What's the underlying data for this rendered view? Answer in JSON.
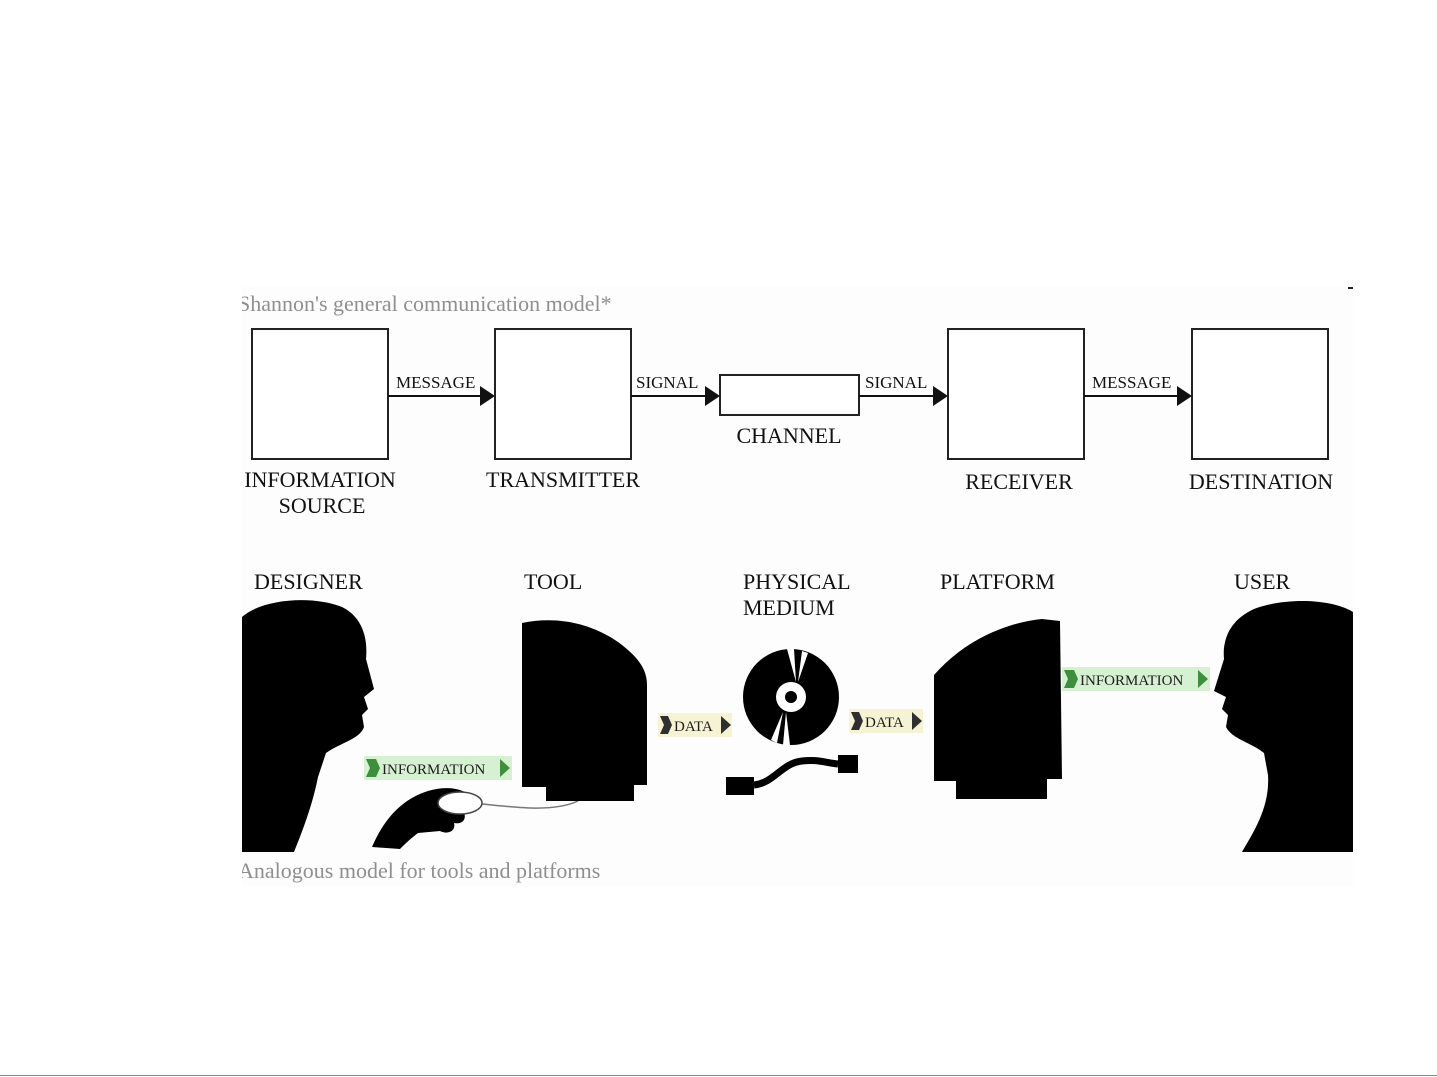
{
  "shannon": {
    "caption": "Shannon's general communication model*",
    "nodes": {
      "information_source": [
        "INFORMATION",
        "SOURCE"
      ],
      "transmitter": "TRANSMITTER",
      "channel": "CHANNEL",
      "receiver": "RECEIVER",
      "destination": "DESTINATION"
    },
    "arrows": {
      "message_1": "MESSAGE",
      "signal_1": "SIGNAL",
      "signal_2": "SIGNAL",
      "message_2": "MESSAGE"
    }
  },
  "analogous": {
    "caption": "Analogous model for tools and platforms",
    "roles": {
      "designer": "DESIGNER",
      "tool": "TOOL",
      "physical_medium": [
        "PHYSICAL",
        "MEDIUM"
      ],
      "platform": "PLATFORM",
      "user": "USER"
    },
    "flows": {
      "information_1": "INFORMATION",
      "data_1": "DATA",
      "data_2": "DATA",
      "information_2": "INFORMATION"
    }
  },
  "colors": {
    "information_tag": "#d6f0d2",
    "information_chevron": "#3d8f3d",
    "data_tag": "#f6f2d4",
    "data_chevron": "#2f2f2f",
    "caption": "#8f8f8f",
    "silhouette": "#000000"
  }
}
